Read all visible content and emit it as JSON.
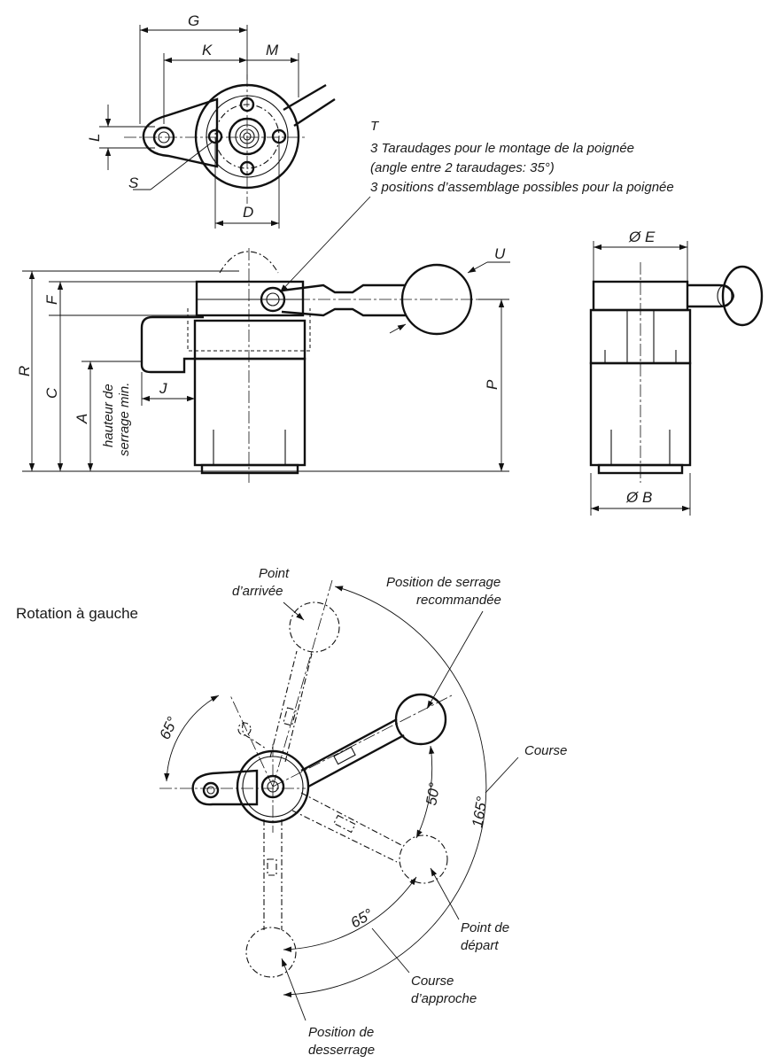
{
  "dimensions": {
    "G": "G",
    "K": "K",
    "M": "M",
    "L": "L",
    "S": "S",
    "D": "D",
    "R": "R",
    "C": "C",
    "F": "F",
    "A": "A",
    "J": "J",
    "P": "P",
    "U": "U",
    "E": "Ø E",
    "B": "Ø B"
  },
  "notes": {
    "t_label": "T",
    "t_line1": "3 Taraudages pour le montage de la poignée",
    "t_line2": "(angle entre 2 taraudages: 35°)",
    "t_line3": "3 positions d’assemblage possibles pour la poignée",
    "min_height_1": "hauteur de",
    "min_height_2": "serrage min."
  },
  "rotation": {
    "title": "Rotation à gauche",
    "arrivee_1": "Point",
    "arrivee_2": "d’arrivée",
    "serrage_1": "Position de serrage",
    "serrage_2": "recommandée",
    "course": "Course",
    "depart_1": "Point de",
    "depart_2": "départ",
    "approche_1": "Course",
    "approche_2": "d’approche",
    "desserrage_1": "Position de",
    "desserrage_2": "desserrage",
    "angle_65a": "65°",
    "angle_50": "50°",
    "angle_165": "165°",
    "angle_65b": "65°"
  }
}
